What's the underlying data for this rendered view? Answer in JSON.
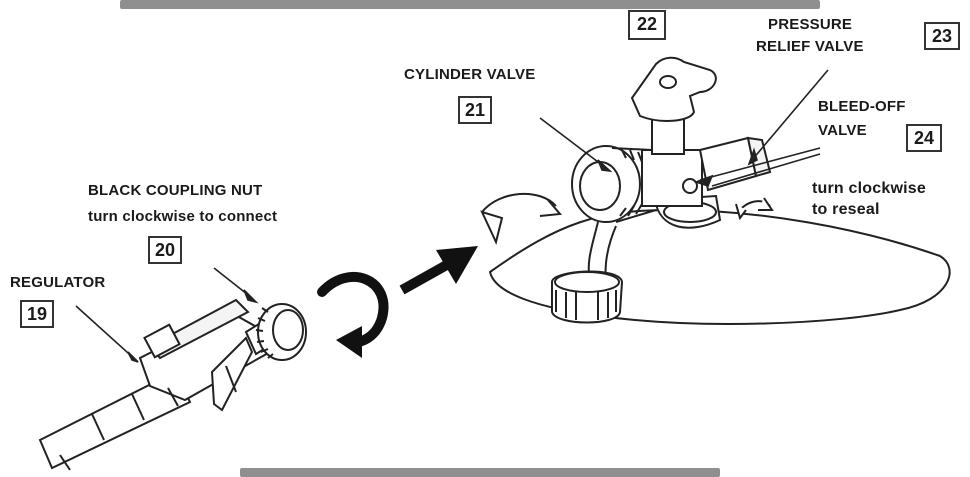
{
  "labels": {
    "regulator": "REGULATOR",
    "coupling_nut_line1": "BLACK COUPLING NUT",
    "coupling_nut_line2": "turn clockwise to connect",
    "cylinder_valve": "CYLINDER VALVE",
    "pressure_relief_line1": "PRESSURE",
    "pressure_relief_line2": "RELIEF VALVE",
    "bleed_off_line1": "BLEED-OFF",
    "bleed_off_line2": "VALVE",
    "reseal_line1": "turn clockwise",
    "reseal_line2": "to reseal"
  },
  "callouts": {
    "regulator": "19",
    "coupling_nut": "20",
    "cylinder_valve": "21",
    "handwheel": "22",
    "pressure_relief": "23",
    "bleed_off": "24"
  },
  "colors": {
    "ink": "#1a1a1a",
    "arrow": "#111111"
  }
}
